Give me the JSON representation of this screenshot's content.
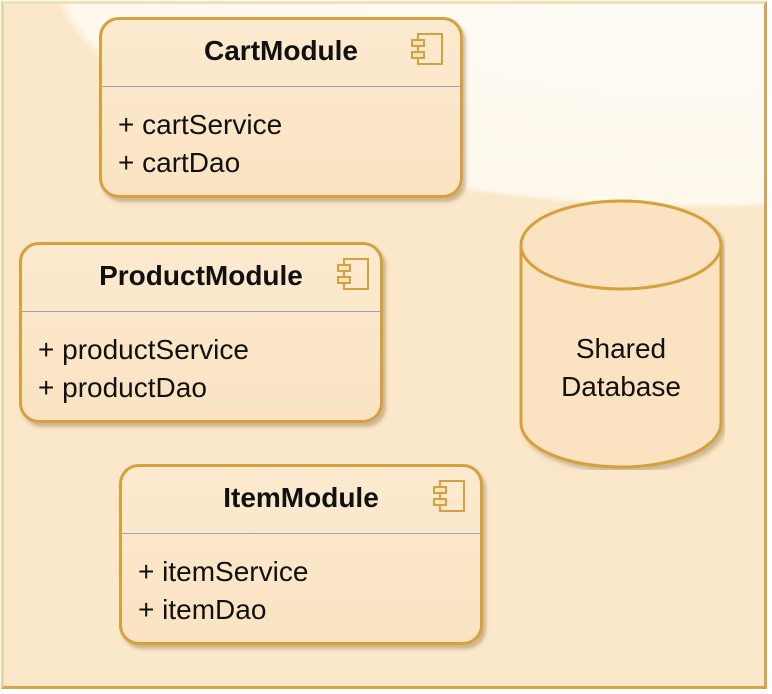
{
  "modules": [
    {
      "name": "CartModule",
      "attributes": [
        "+ cartService",
        "+ cartDao"
      ]
    },
    {
      "name": "ProductModule",
      "attributes": [
        "+ productService",
        "+ productDao"
      ]
    },
    {
      "name": "ItemModule",
      "attributes": [
        "+ itemService",
        "+ itemDao"
      ]
    }
  ],
  "database": {
    "label_line1": "Shared",
    "label_line2": "Database"
  },
  "colors": {
    "fill": "#fbe3c2",
    "stroke": "#d6a03c",
    "divider": "#9aa6b8",
    "background": "#fbe7c9"
  }
}
